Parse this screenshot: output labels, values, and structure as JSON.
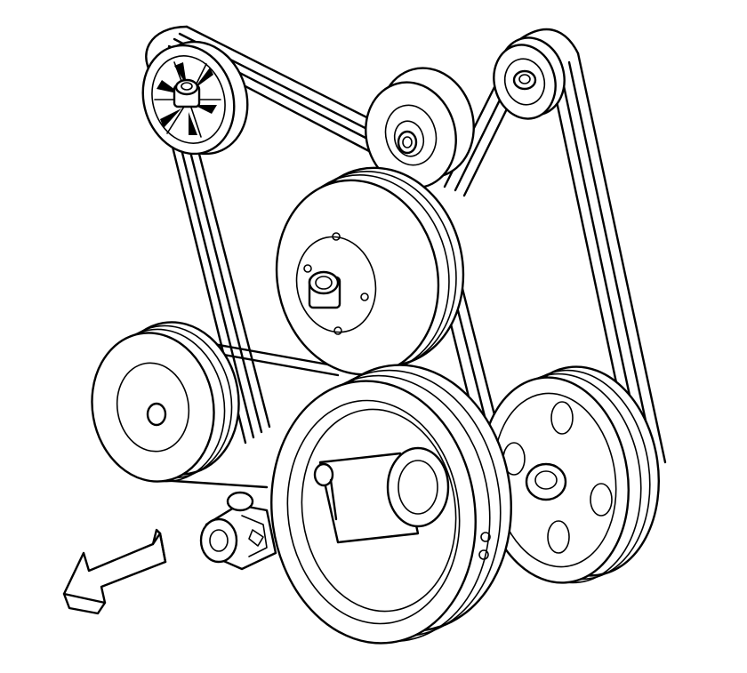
{
  "diagram": {
    "kind": "serpentine-belt-routing",
    "colors": {
      "ink": "#000000",
      "paper": "#ffffff"
    },
    "components": [
      {
        "id": "fan-pulley",
        "icon": "spoked-pulley"
      },
      {
        "id": "idler-pulley-upper",
        "icon": "smooth-idler"
      },
      {
        "id": "idler-pulley-top-right",
        "icon": "small-idler"
      },
      {
        "id": "water-pump-pulley",
        "icon": "grooved-pulley"
      },
      {
        "id": "power-steering-pulley",
        "icon": "grooved-pulley"
      },
      {
        "id": "crankshaft-balancer",
        "icon": "harmonic-balancer"
      },
      {
        "id": "alternator-pulley",
        "icon": "holed-pulley"
      },
      {
        "id": "belt-tensioner",
        "icon": "tensioner"
      },
      {
        "id": "direction-arrow",
        "icon": "arrow-down-left"
      }
    ]
  }
}
